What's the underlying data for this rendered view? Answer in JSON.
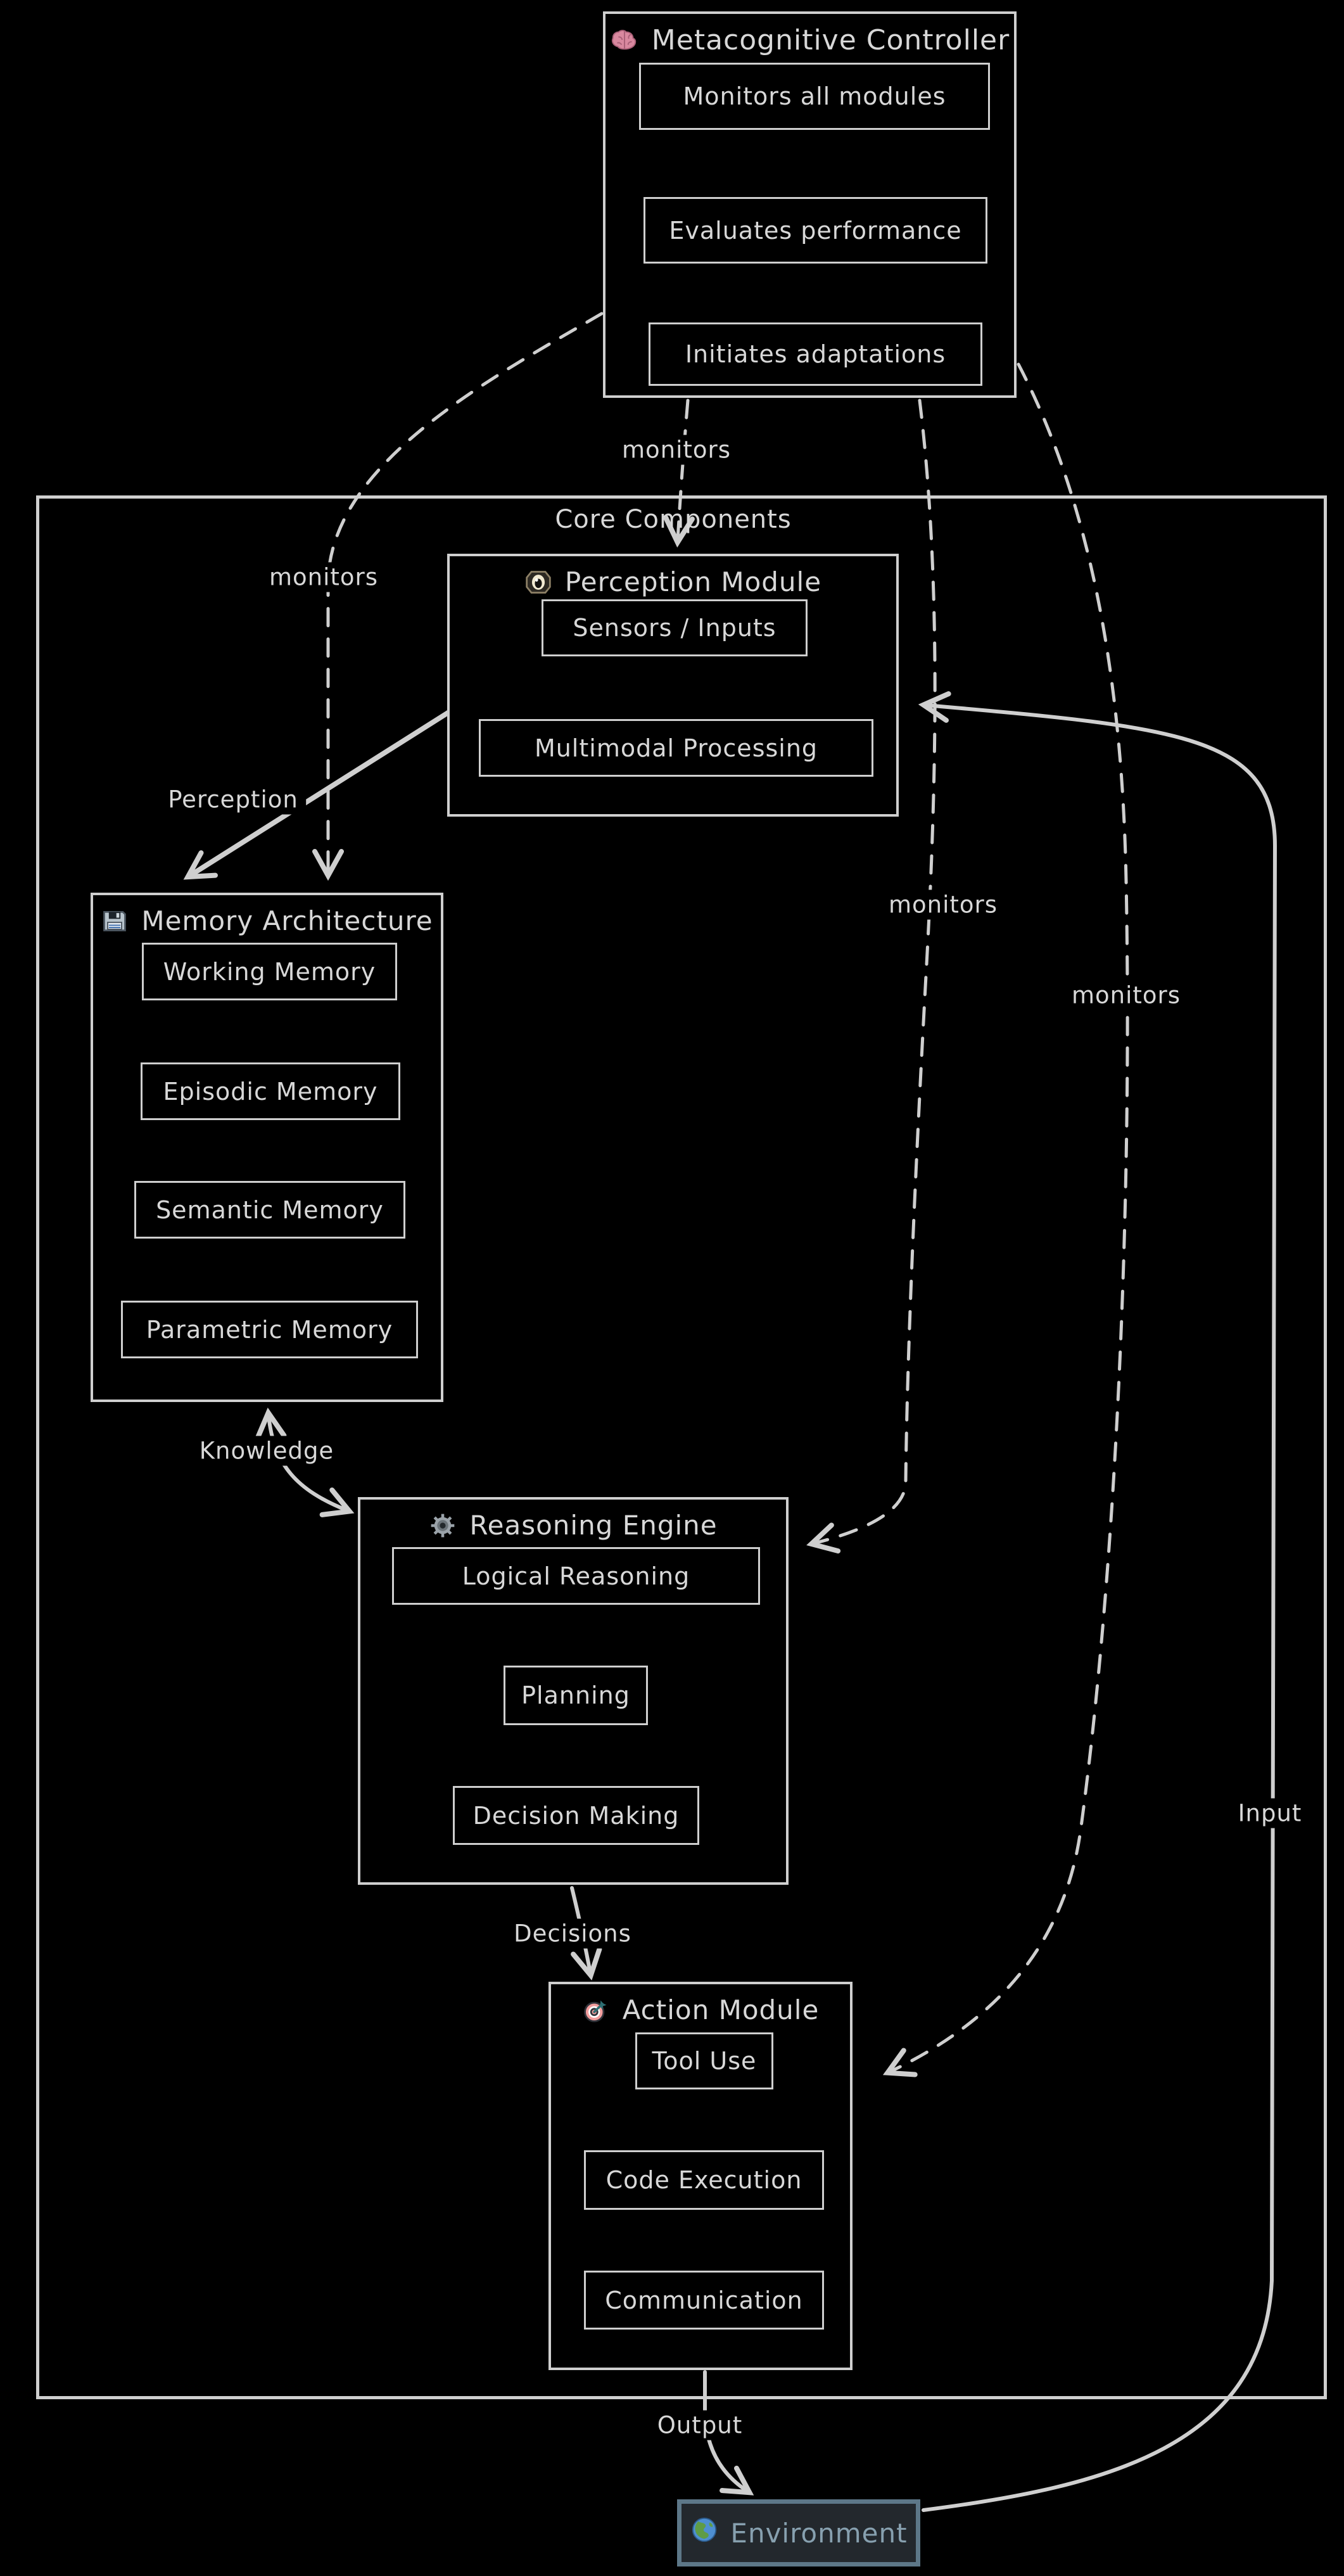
{
  "diagram": {
    "container_label": "Core Components",
    "modules": {
      "metacognitive": {
        "title": "Metacognitive Controller",
        "icon": "brain-icon",
        "items": [
          "Monitors all modules",
          "Evaluates performance",
          "Initiates adaptations"
        ]
      },
      "perception": {
        "title": "Perception Module",
        "icon": "eye-icon",
        "items": [
          "Sensors / Inputs",
          "Multimodal Processing"
        ]
      },
      "memory": {
        "title": "Memory Architecture",
        "icon": "floppy-disk-icon",
        "items": [
          "Working Memory",
          "Episodic Memory",
          "Semantic Memory",
          "Parametric Memory"
        ]
      },
      "reasoning": {
        "title": "Reasoning Engine",
        "icon": "gear-icon",
        "items": [
          "Logical Reasoning",
          "Planning",
          "Decision Making"
        ]
      },
      "action": {
        "title": "Action Module",
        "icon": "target-icon",
        "items": [
          "Tool Use",
          "Code Execution",
          "Communication"
        ]
      },
      "environment": {
        "title": "Environment",
        "icon": "globe-icon"
      }
    },
    "edge_labels": {
      "monitors_memory": "monitors",
      "monitors_perception": "monitors",
      "monitors_reasoning": "monitors",
      "monitors_action": "monitors",
      "perception_to_memory": "Perception",
      "memory_reasoning": "Knowledge",
      "reasoning_to_action": "Decisions",
      "action_to_environment": "Output",
      "environment_to_perception": "Input"
    },
    "colors": {
      "background": "#000000",
      "line": "#cfcfcf",
      "text": "#d8d8d8",
      "environment_border": "#5d7788",
      "environment_background": "#23282d",
      "environment_text": "#87a0af"
    }
  }
}
